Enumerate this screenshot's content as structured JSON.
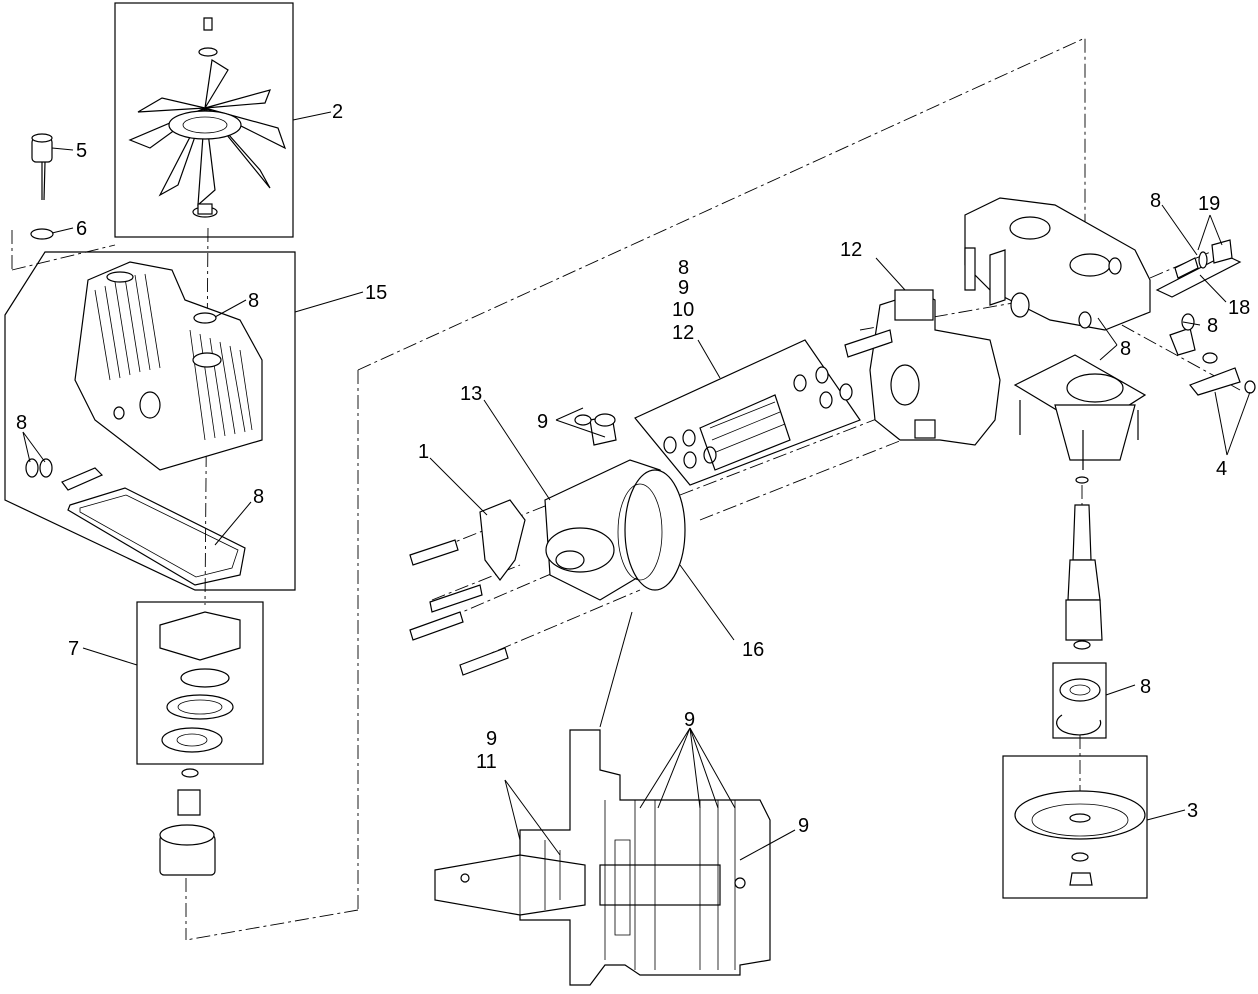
{
  "callouts": {
    "c1": "1",
    "c2": "2",
    "c3": "3",
    "c4": "4",
    "c5": "5",
    "c6": "6",
    "c7": "7",
    "c8_cover_top": "8",
    "c8_left_seal": "8",
    "c8_gasket": "8",
    "c8_stack": "8",
    "c8_top_right": "8",
    "c8_valve_right": "8",
    "c8_center_plate": "8",
    "c8_bearing": "8",
    "c9_stack": "9",
    "c9_fitting": "9",
    "c9_section_left": "9",
    "c9_section_top": "9",
    "c9_section_right": "9",
    "c10": "10",
    "c11": "11",
    "c12_stack": "12",
    "c12_top": "12",
    "c13": "13",
    "c15": "15",
    "c16": "16",
    "c18": "18",
    "c19": "19"
  }
}
